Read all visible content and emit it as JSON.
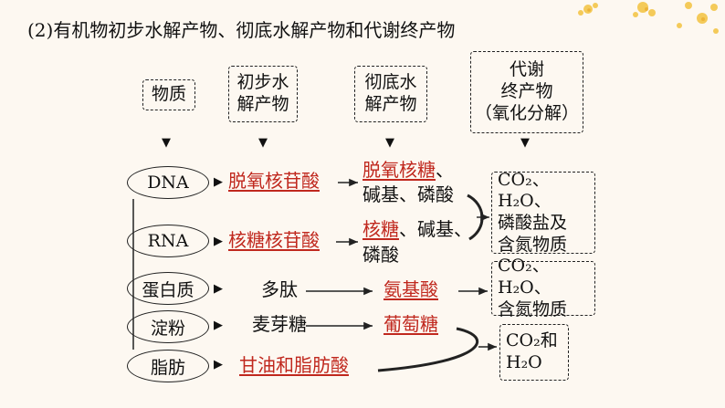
{
  "heading": "(2)有机物初步水解产物、彻底水解产物和代谢终产物",
  "columns": {
    "substance": "物质",
    "initial_l1": "初步水",
    "initial_l2": "解产物",
    "complete_l1": "彻底水",
    "complete_l2": "解产物",
    "final_l1": "代谢",
    "final_l2": "终产物",
    "final_l3": "（氧化分解）"
  },
  "rows": {
    "dna": {
      "substance": "DNA",
      "initial": "脱氧核苷酸",
      "complete_a": "脱氧核糖",
      "complete_a_sep": "、",
      "complete_b": "碱基、磷酸"
    },
    "rna": {
      "substance": "RNA",
      "initial": "核糖核苷酸",
      "complete_a": "核糖",
      "complete_a_sep": "、碱基、",
      "complete_b": "磷酸"
    },
    "protein": {
      "substance": "蛋白质",
      "initial": "多肽",
      "complete": "氨基酸"
    },
    "starch": {
      "substance": "淀粉",
      "initial": "麦芽糖",
      "complete": "葡萄糖"
    },
    "fat": {
      "substance": "脂肪",
      "initial": "甘油和脂肪酸"
    }
  },
  "finals": {
    "nucleic_l1": "CO₂、H₂O、",
    "nucleic_l2": "磷酸盐及",
    "nucleic_l3": "含氮物质",
    "protein_l1": "CO₂、H₂O、",
    "protein_l2": "含氮物质",
    "sugarfat_l1": "CO₂和",
    "sugarfat_l2": "H₂O"
  },
  "colors": {
    "highlight": "#c0281e",
    "line": "#222222",
    "background": "#fdf8f1",
    "flower": "#f3c23f"
  },
  "icons": [
    "down-triangle-icon",
    "right-triangle-icon",
    "arrow-icon",
    "brace-icon",
    "flower-decoration"
  ]
}
